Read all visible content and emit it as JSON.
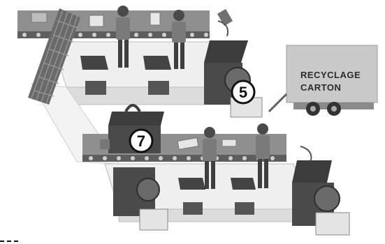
{
  "illustration": {
    "truck_label_line1": "RECYCLAGE",
    "truck_label_line2": "CARTON",
    "step_numbers": [
      "5",
      "7"
    ],
    "palette": {
      "belt": "#8a8a8a",
      "belt_dark": "#5e5e5e",
      "machine": "#4a4a4a",
      "floor": "#efefef",
      "worker_vest": "#7a7a7a",
      "truck": "#c9c9c9"
    }
  }
}
